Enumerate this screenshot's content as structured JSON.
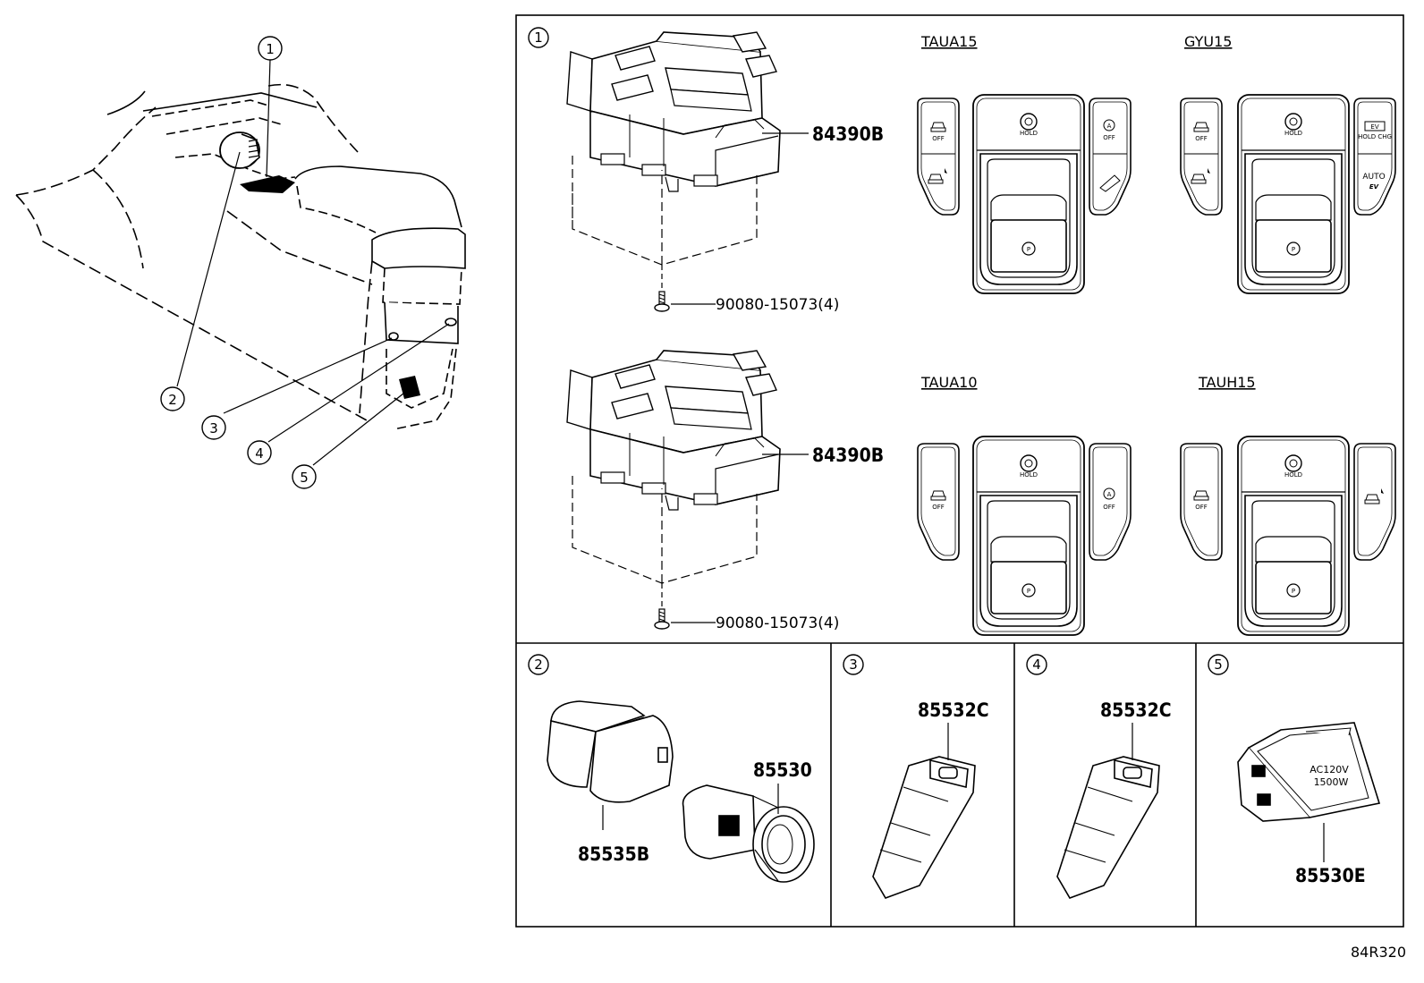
{
  "callouts": [
    "1",
    "2",
    "3",
    "4",
    "5"
  ],
  "panel_labels": [
    "1",
    "2",
    "3",
    "4",
    "5"
  ],
  "variants": [
    "TAUA15",
    "GYU15",
    "TAUA10",
    "TAUH15"
  ],
  "switch_labels": {
    "hold": "HOLD",
    "off": "OFF",
    "a_off": "A\nOFF",
    "p": "P",
    "auto": "AUTO",
    "ev": "EV",
    "hold_chg": "HOLD CHG"
  },
  "parts": {
    "p84390b_top": "84390B",
    "screw_top": "90080-15073(4)",
    "p84390b_bottom": "84390B",
    "screw_bottom": "90080-15073(4)",
    "p85530": "85530",
    "p85535b": "85535B",
    "p85532c_a": "85532C",
    "p85532c_b": "85532C",
    "p85530e": "85530E"
  },
  "outlet_text": [
    "AC120V",
    "1500W"
  ],
  "diagram_code": "84R320"
}
